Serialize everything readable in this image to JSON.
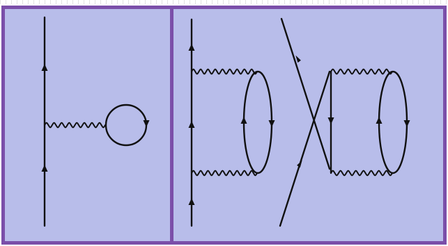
{
  "colors": {
    "panel_fill": "#b8bdea",
    "panel_border": "#7b4fa9",
    "line": "#111111",
    "page_background": "#ffffff",
    "top_strip_grid": "#e2e2e2"
  },
  "diagrams": [
    {
      "name": "tadpole",
      "elements": [
        "fermion-line-with-two-arrows",
        "wavy-photon-propagator",
        "closed-fermion-loop-with-arrow"
      ]
    },
    {
      "name": "direct-and-exchange",
      "elements": [
        "fermion-line-with-three-arrows",
        "two-wavy-photon-propagators",
        "closed-fermion-loop",
        "crossed-fermion-lines",
        "vertical-fermion-segment",
        "two-wavy-photon-propagators",
        "closed-fermion-loop"
      ]
    }
  ]
}
